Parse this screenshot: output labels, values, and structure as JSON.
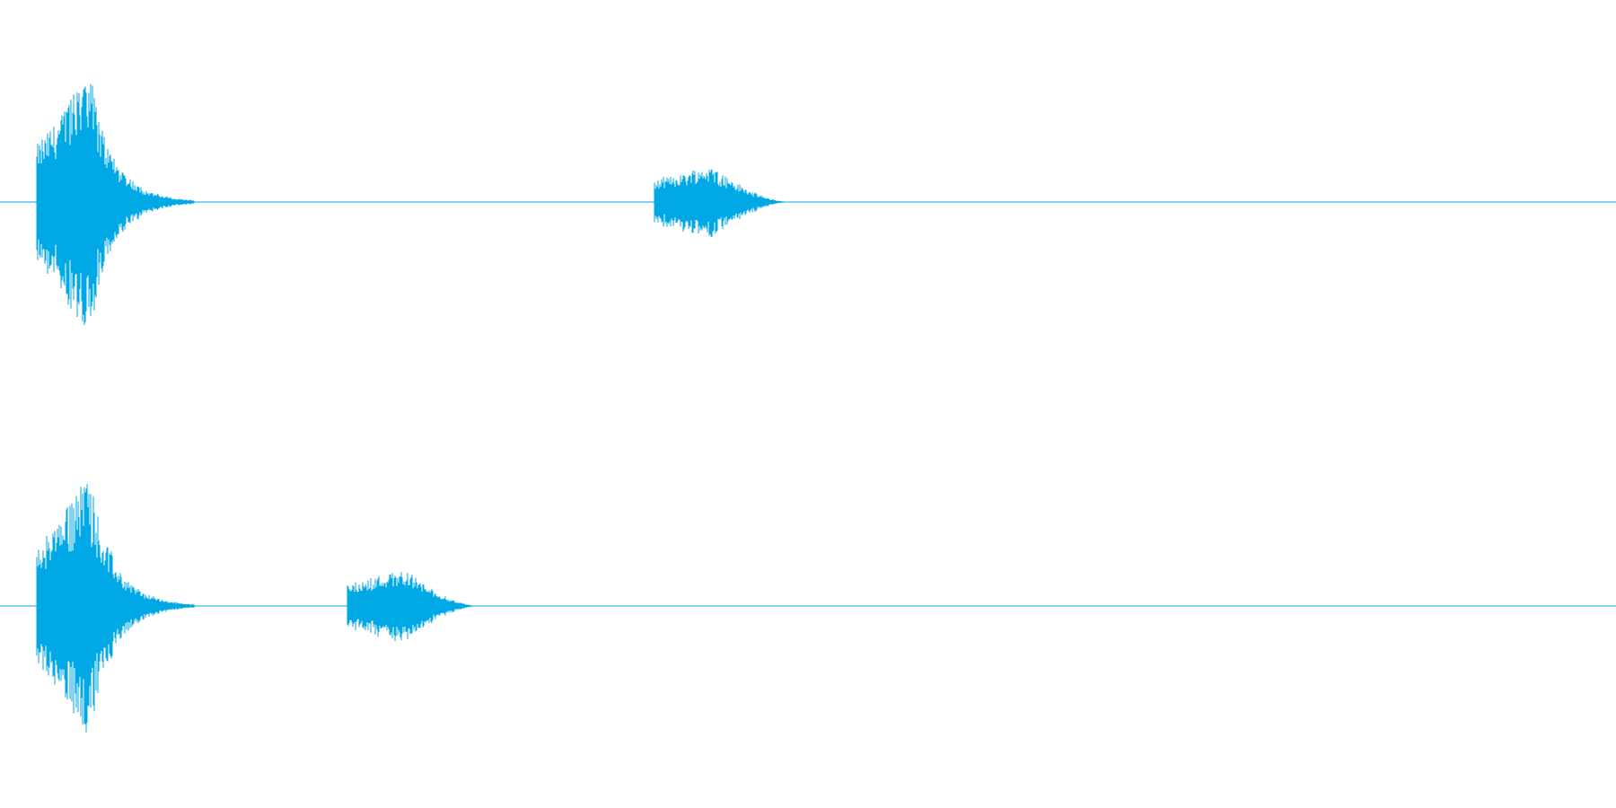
{
  "chart_data": {
    "type": "line",
    "title": "",
    "xlabel": "",
    "ylabel": "",
    "grid": false,
    "legend": "none",
    "color": "#00a8e6",
    "x_range": [
      0,
      1
    ],
    "amplitude_range": [
      -1,
      1
    ],
    "channels": [
      {
        "name": "",
        "bursts": [
          {
            "start": 0.023,
            "peak": 0.055,
            "end": 0.12,
            "amplitude": 1.0,
            "kind": "transient"
          },
          {
            "start": 0.405,
            "peak": 0.44,
            "end": 0.49,
            "amplitude": 0.3,
            "kind": "tone"
          }
        ]
      },
      {
        "name": "",
        "bursts": [
          {
            "start": 0.023,
            "peak": 0.055,
            "end": 0.12,
            "amplitude": 1.0,
            "kind": "transient"
          },
          {
            "start": 0.215,
            "peak": 0.25,
            "end": 0.298,
            "amplitude": 0.3,
            "kind": "tone"
          }
        ]
      }
    ]
  }
}
